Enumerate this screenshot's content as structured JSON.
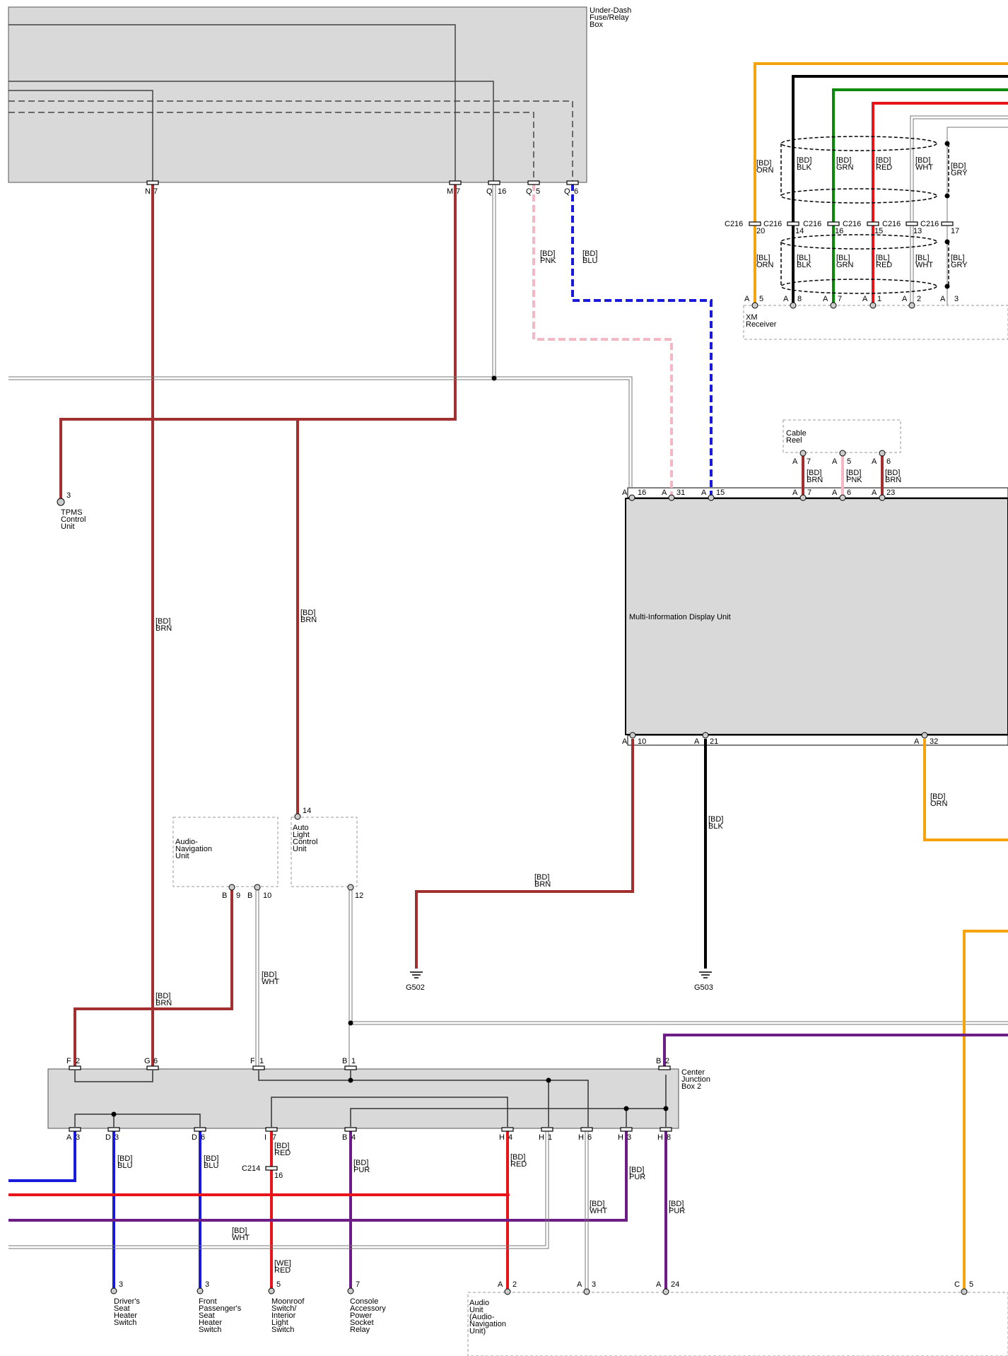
{
  "components": {
    "fuse_box": "Under-Dash\nFuse/Relay\nBox",
    "xm_receiver": "XM\nReceiver",
    "cable_reel": "Cable\nReel",
    "mid": "Multi-Information Display Unit",
    "tpms": "TPMS\nControl\nUnit",
    "audio_nav": "Audio-\nNavigation\nUnit",
    "auto_light": "Auto\nLight\nControl\nUnit",
    "cjb2": "Center\nJunction\nBox 2",
    "g502": "G502",
    "g503": "G503",
    "drivers_heater": "Driver's\nSeat\nHeater\nSwitch",
    "front_pass_heater": "Front\nPassenger's\nSeat\nHeater\nSwitch",
    "moonroof": "Moonroof\nSwitch/\nInterior\nLight\nSwitch",
    "console_relay": "Console\nAccessory\nPower\nSocket\nRelay",
    "audio_unit": "Audio\nUnit\n(Audio-\nNavigation\nUnit)"
  },
  "wire_labels": {
    "bd_pnk": "[BD]\nPNK",
    "bd_blu": "[BD]\nBLU",
    "bd_brn": "[BD]\nBRN",
    "bd_wht": "[BD]\nWHT",
    "bd_blk": "[BD]\nBLK",
    "bd_grn": "[BD]\nGRN",
    "bd_red": "[BD]\nRED",
    "bd_gry": "[BD]\nGRY",
    "bd_orn": "[BD]\nORN",
    "bd_pur": "[BD]\nPUR",
    "bl_orn": "[BL]\nORN",
    "bl_blk": "[BL]\nBLK",
    "bl_grn": "[BL]\nGRN",
    "bl_red": "[BL]\nRED",
    "bl_wht": "[BL]\nWHT",
    "bl_gry": "[BL]\nGRY",
    "we_red": "[WE]\nRED"
  },
  "connectors": {
    "c216": "C216",
    "c214": "C214",
    "c216_pins": [
      "20",
      "14",
      "16",
      "15",
      "13",
      "17"
    ],
    "c214_pin": "16"
  },
  "pins": {
    "fuse": [
      {
        "letter": "N",
        "num": "7"
      },
      {
        "letter": "M",
        "num": "7"
      },
      {
        "letter": "Q",
        "num": "16"
      },
      {
        "letter": "Q",
        "num": "5"
      },
      {
        "letter": "Q",
        "num": "6"
      }
    ],
    "xm": [
      {
        "letter": "A",
        "num": "5"
      },
      {
        "letter": "A",
        "num": "8"
      },
      {
        "letter": "A",
        "num": "7"
      },
      {
        "letter": "A",
        "num": "1"
      },
      {
        "letter": "A",
        "num": "2"
      },
      {
        "letter": "A",
        "num": "3"
      }
    ],
    "cable_reel": [
      {
        "letter": "A",
        "num": "7"
      },
      {
        "letter": "A",
        "num": "5"
      },
      {
        "letter": "A",
        "num": "6"
      }
    ],
    "mid_top": [
      {
        "letter": "A",
        "num": "16"
      },
      {
        "letter": "A",
        "num": "31"
      },
      {
        "letter": "A",
        "num": "15"
      },
      {
        "letter": "A",
        "num": "7"
      },
      {
        "letter": "A",
        "num": "6"
      },
      {
        "letter": "A",
        "num": "23"
      }
    ],
    "mid_bottom": [
      {
        "letter": "A",
        "num": "10"
      },
      {
        "letter": "A",
        "num": "21"
      },
      {
        "letter": "A",
        "num": "32"
      }
    ],
    "tpms": "3",
    "auto_light_top": "14",
    "auto_light_bottom": "12",
    "audio_nav": [
      {
        "letter": "B",
        "num": "9"
      },
      {
        "letter": "B",
        "num": "10"
      }
    ],
    "cjb_top": [
      {
        "letter": "F",
        "num": "2"
      },
      {
        "letter": "G",
        "num": "6"
      },
      {
        "letter": "F",
        "num": "1"
      },
      {
        "letter": "B",
        "num": "1"
      },
      {
        "letter": "B",
        "num": "2"
      }
    ],
    "cjb_bottom": [
      {
        "letter": "A",
        "num": "3"
      },
      {
        "letter": "D",
        "num": "3"
      },
      {
        "letter": "D",
        "num": "6"
      },
      {
        "letter": "I",
        "num": "7"
      },
      {
        "letter": "B",
        "num": "4"
      },
      {
        "letter": "H",
        "num": "4"
      },
      {
        "letter": "H",
        "num": "1"
      },
      {
        "letter": "H",
        "num": "6"
      },
      {
        "letter": "H",
        "num": "3"
      },
      {
        "letter": "H",
        "num": "8"
      }
    ],
    "switches": [
      "3",
      "3",
      "5",
      "7"
    ],
    "audio_unit": [
      {
        "letter": "A",
        "num": "2"
      },
      {
        "letter": "A",
        "num": "3"
      },
      {
        "letter": "A",
        "num": "24"
      },
      {
        "letter": "C",
        "num": "5"
      }
    ]
  },
  "colors": {
    "brown": "#a33030",
    "blue": "#1a1adc",
    "pink": "#f4b8c4",
    "black": "#000000",
    "green": "#0a8a0a",
    "red": "#e8141a",
    "orange": "#f5a30e",
    "purple": "#6e1c86",
    "component_fill": "#d9d9d9"
  }
}
